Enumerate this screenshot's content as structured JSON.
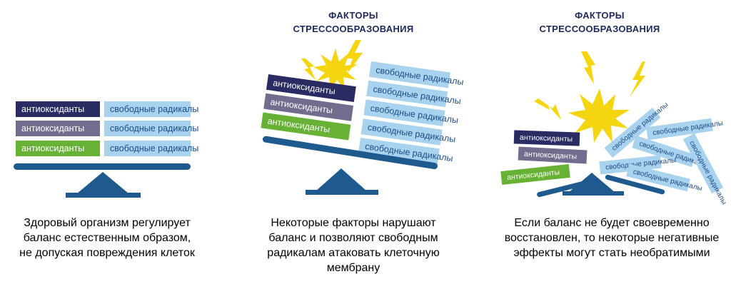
{
  "labels": {
    "antioxidants": "антиоксиданты",
    "free_radicals": "свободные радикалы"
  },
  "panels": [
    {
      "heading": [],
      "caption": [
        "Здоровый организм регулирует",
        "баланс естественным образом,",
        "не допуская повреждения клеток"
      ]
    },
    {
      "heading": [
        "ФАКТОРЫ",
        "СТРЕССООБРАЗОВАНИЯ"
      ],
      "caption": [
        "Некоторые факторы нарушают",
        "баланс и позволяют свободным",
        "радикалам атаковать клеточную",
        "мембрану"
      ]
    },
    {
      "heading": [
        "ФАКТОРЫ",
        "СТРЕССООБРАЗОВАНИЯ"
      ],
      "caption": [
        "Если баланс не будет своевременно",
        "восстановлен, то некоторые негативные",
        "эффекты могут стать необратимыми"
      ]
    }
  ],
  "colors": {
    "antioxidant_dark": "#2a2b63",
    "antioxidant_grey": "#726d8f",
    "antioxidant_green": "#67b135",
    "radical_fill": "#a9d2ef",
    "radical_text": "#1d4e86",
    "scale": "#1f5a8f",
    "burst": "#f5d50f"
  },
  "icons": [
    "burst-icon",
    "lightning-icon"
  ]
}
